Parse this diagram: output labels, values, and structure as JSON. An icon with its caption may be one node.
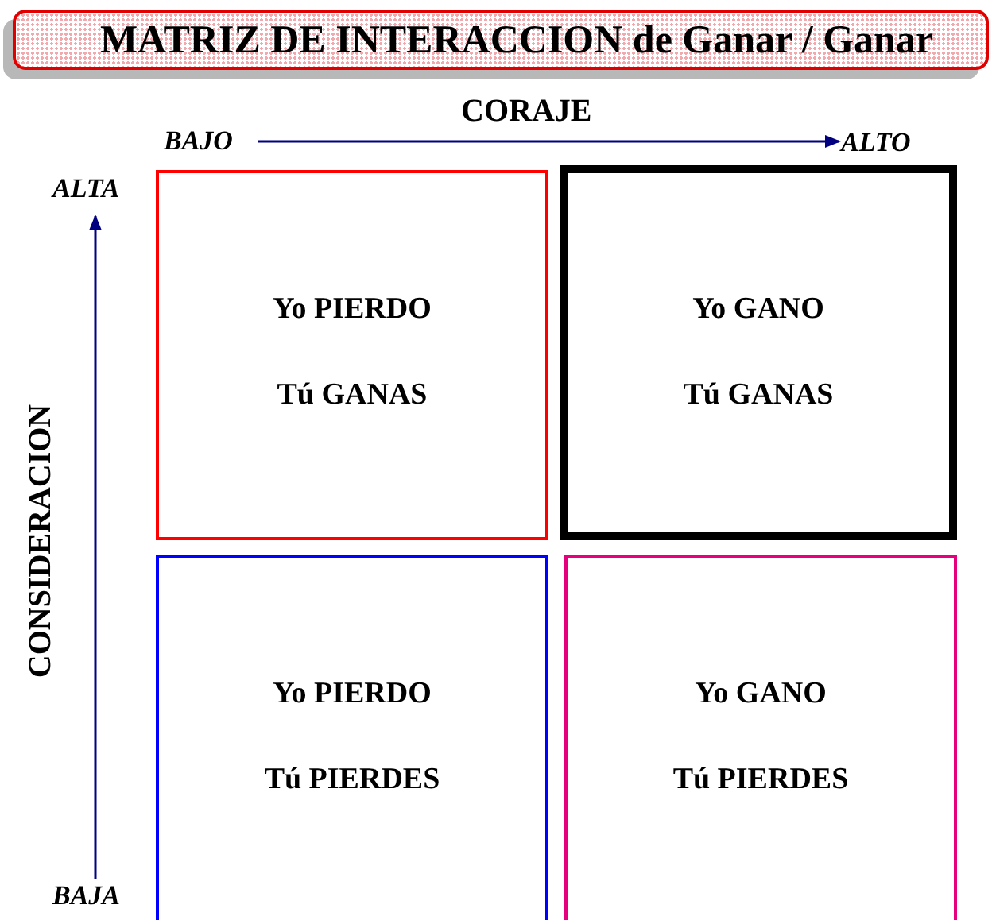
{
  "diagram": {
    "title": "MATRIZ DE INTERACCION de Ganar / Ganar",
    "nodes": [
      {
        "text": [
          "Yo PIERDO",
          "Tú GANAS"
        ]
      },
      {
        "text": [
          "Yo GANO",
          "Tú GANAS"
        ]
      },
      {
        "text": [
          "Yo PIERDO",
          "Tú PIERDES"
        ]
      },
      {
        "text": [
          "Yo GANO",
          "Tú PIERDES"
        ]
      }
    ],
    "labels": [
      "CORAJE",
      "BAJO",
      "ALTO",
      "ALTA",
      "CONSIDERACION",
      "BAJA"
    ]
  }
}
